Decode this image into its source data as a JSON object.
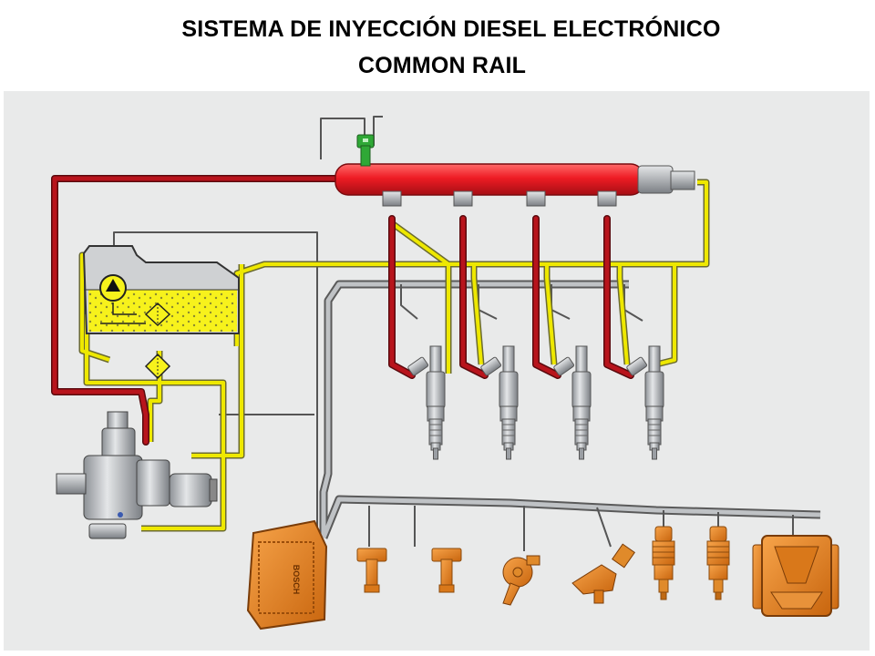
{
  "title": {
    "line1": "SISTEMA DE INYECCIÓN DIESEL ELECTRÓNICO",
    "line2": "COMMON RAIL"
  },
  "diagram": {
    "background": "#e9eaea",
    "colors": {
      "high_pressure": "#b8141c",
      "rail": "#ee1c24",
      "low_pressure": "#f4f000",
      "fuel": "#f7f21c",
      "electrical": "#707070",
      "sensor": "#f08c1e",
      "metal": "#b9bcc0"
    },
    "components": [
      "fuel-tank",
      "fuel-filter",
      "high-pressure-pump",
      "common-rail",
      "rail-pressure-sensor",
      "pressure-regulator-valve",
      "injector",
      "ecu",
      "crankshaft-sensor",
      "camshaft-sensor",
      "accelerator-pedal-sensor",
      "boost-pressure-sensor",
      "temperature-sensor",
      "air-mass-meter"
    ],
    "ecu_label": "BOSCH"
  }
}
